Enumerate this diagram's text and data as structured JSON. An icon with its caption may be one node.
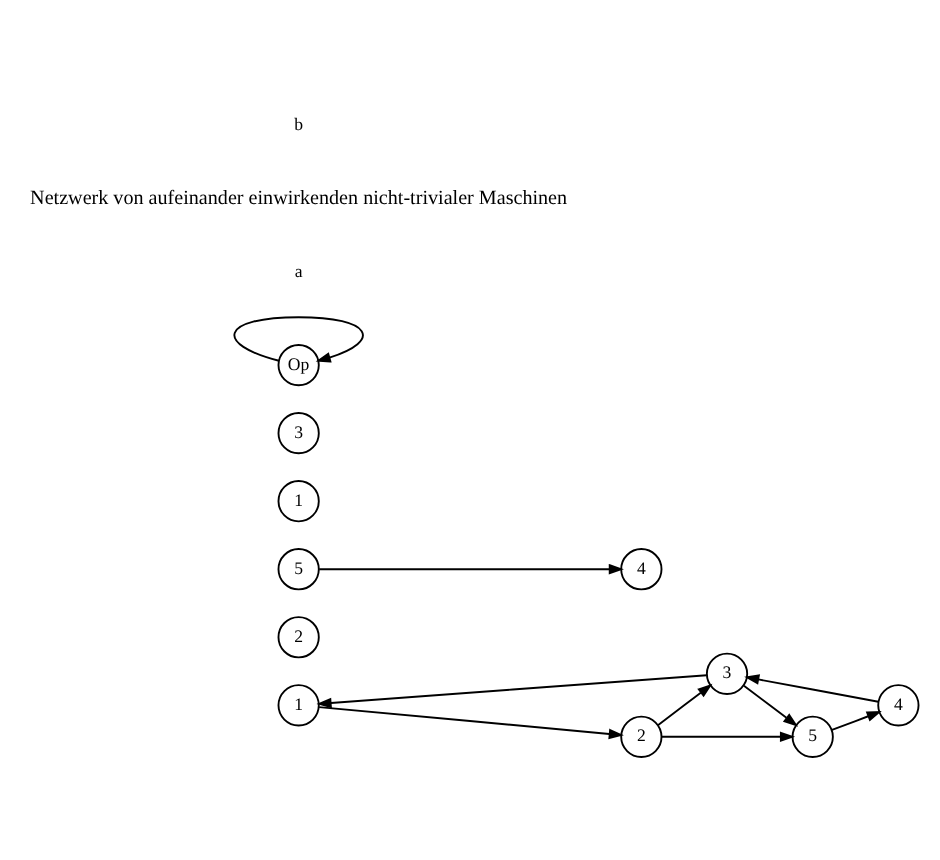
{
  "diagram": {
    "nodes": [
      {
        "text": [
          "1"
        ]
      },
      {
        "text": [
          "2"
        ]
      },
      {
        "text": [
          "3"
        ]
      },
      {
        "text": [
          "4"
        ]
      },
      {
        "text": [
          "5"
        ]
      },
      {
        "text": [
          "2"
        ]
      },
      {
        "text": [
          "5"
        ]
      },
      {
        "text": [
          "1"
        ]
      },
      {
        "text": [
          "3"
        ]
      },
      {
        "text": [
          "4"
        ]
      },
      {
        "text": [
          "Op"
        ]
      }
    ],
    "edges": [
      {
        "from": 0,
        "to": 1,
        "arrow": "to"
      },
      {
        "from": 1,
        "to": 4,
        "arrow": "to"
      },
      {
        "from": 1,
        "to": 2,
        "arrow": "to"
      },
      {
        "from": 2,
        "to": 0,
        "arrow": "to"
      },
      {
        "from": 2,
        "to": 4,
        "arrow": "to"
      },
      {
        "from": 4,
        "to": 3,
        "arrow": "to"
      },
      {
        "from": 3,
        "to": 2,
        "arrow": "to"
      },
      {
        "from": 6,
        "to": 9,
        "arrow": "to"
      },
      {
        "from": 10,
        "to": 10,
        "arrow": "to"
      }
    ],
    "labels": [
      "a",
      "Netzwerk von aufeinander einwirkenden nicht-trivialer Maschinen",
      "b"
    ]
  }
}
